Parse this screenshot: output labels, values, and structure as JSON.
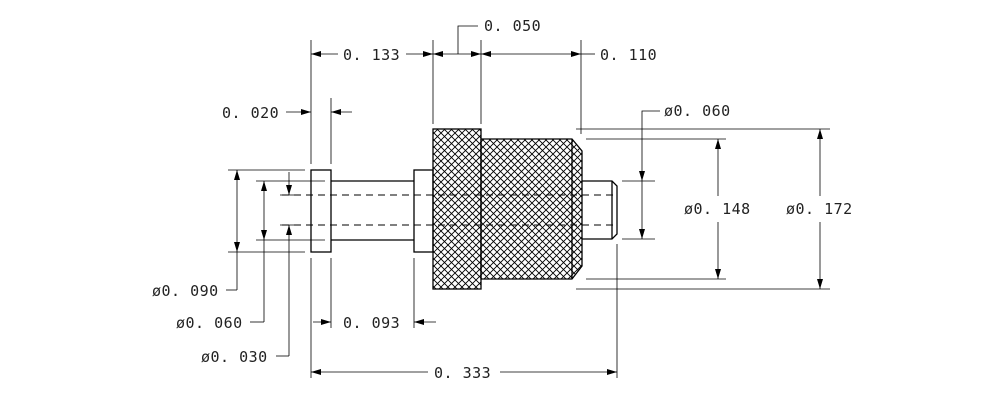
{
  "dimensions": {
    "len_0133": "0. 133",
    "len_0050": "0. 050",
    "len_0110": "0. 110",
    "len_0020": "0. 020",
    "dia_0060_right": "ø0. 060",
    "dia_0148": "ø0. 148",
    "dia_0172": "ø0. 172",
    "dia_0090": "ø0. 090",
    "dia_0060_left": "ø0. 060",
    "dia_0030": "ø0. 030",
    "len_0093": "0. 093",
    "len_0333": "0. 333"
  }
}
